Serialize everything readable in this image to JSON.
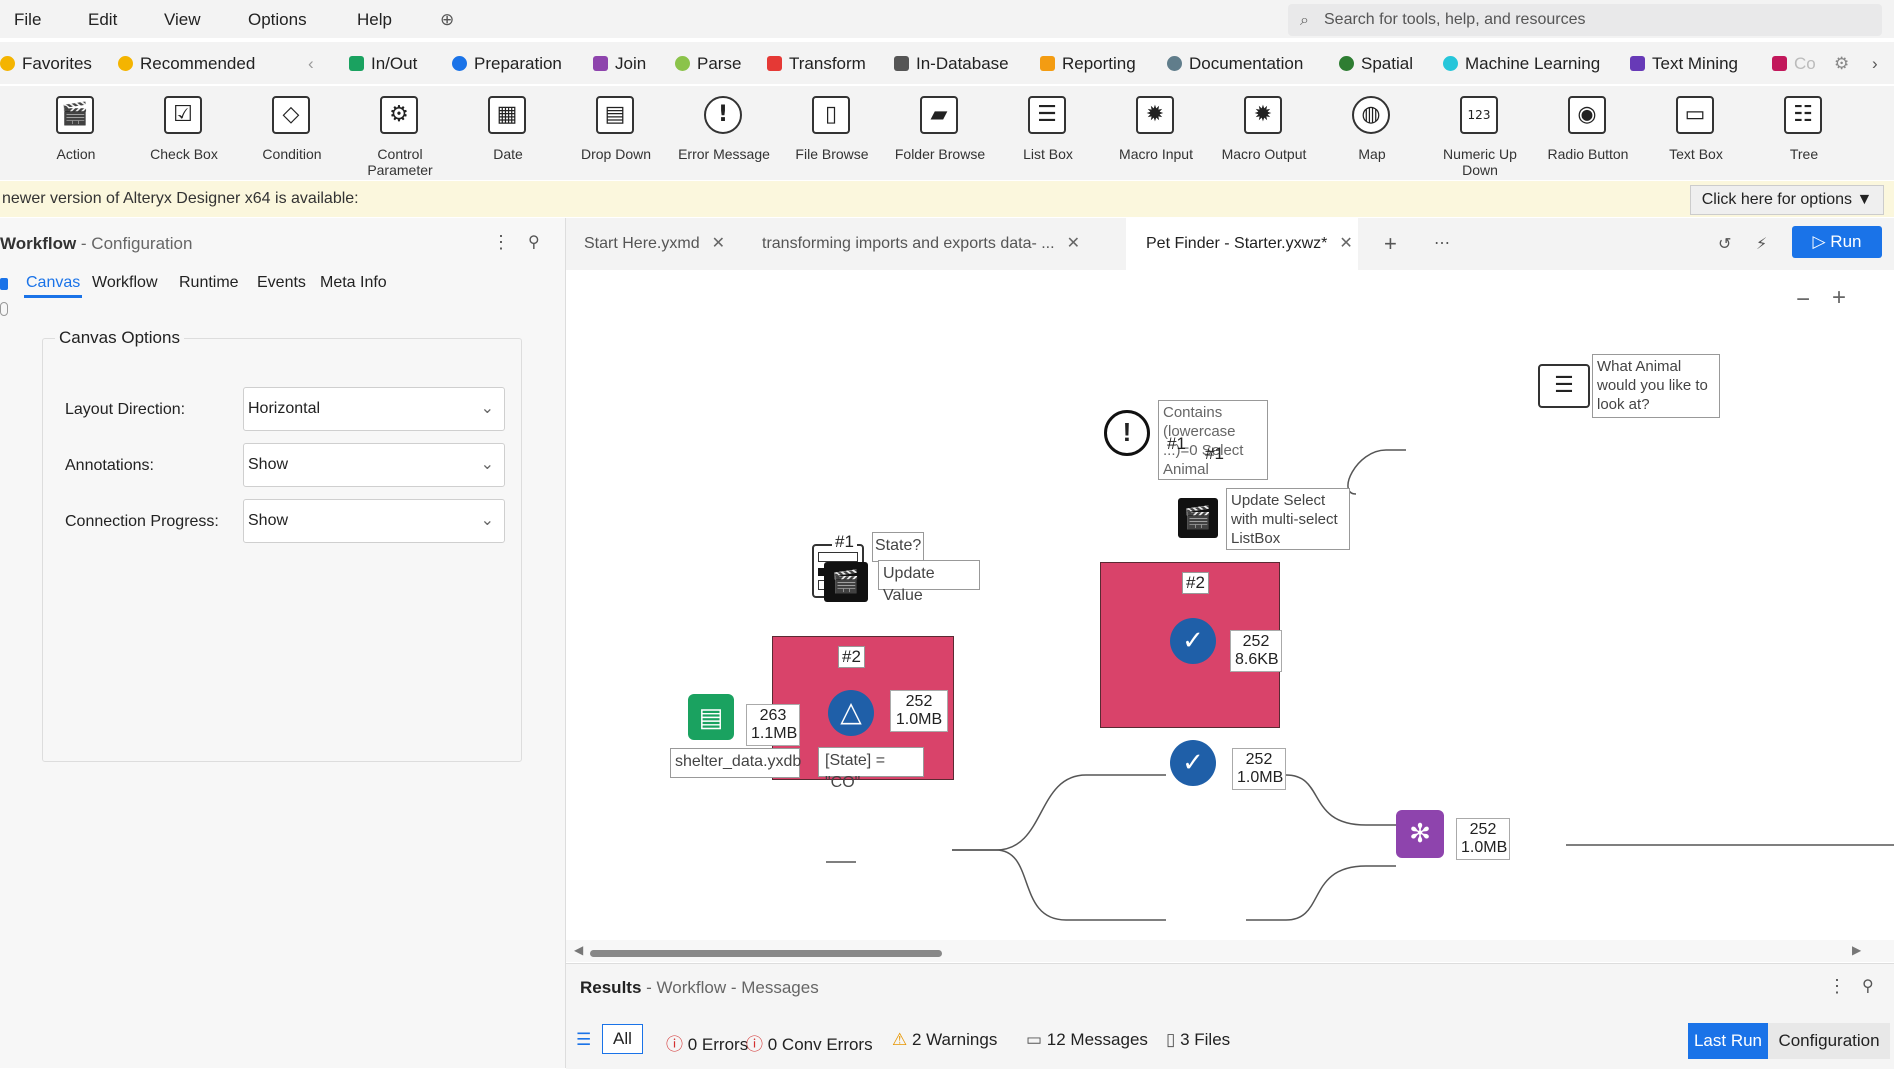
{
  "menu": {
    "items": [
      "File",
      "Edit",
      "View",
      "Options",
      "Help"
    ]
  },
  "search": {
    "placeholder": "Search for tools, help, and resources"
  },
  "categories": [
    {
      "label": "Favorites",
      "color": "#f4b400"
    },
    {
      "label": "Recommended",
      "color": "#f4b400"
    },
    {
      "label": "In/Out",
      "color": "#1aa260"
    },
    {
      "label": "Preparation",
      "color": "#1a73e8"
    },
    {
      "label": "Join",
      "color": "#8e44ad"
    },
    {
      "label": "Parse",
      "color": "#8bc34a"
    },
    {
      "label": "Transform",
      "color": "#e53935"
    },
    {
      "label": "In-Database",
      "color": "#555555"
    },
    {
      "label": "Reporting",
      "color": "#f39c12"
    },
    {
      "label": "Documentation",
      "color": "#607d8b"
    },
    {
      "label": "Spatial",
      "color": "#2e7d32"
    },
    {
      "label": "Machine Learning",
      "color": "#26c6da"
    },
    {
      "label": "Text Mining",
      "color": "#673ab7"
    },
    {
      "label": "Co",
      "color": "#c2185b"
    }
  ],
  "tools": [
    {
      "label": "Action",
      "icon": "clapperboard-icon",
      "glyph": "🎬"
    },
    {
      "label": "Check Box",
      "icon": "checkbox-icon",
      "glyph": "☑"
    },
    {
      "label": "Condition",
      "icon": "condition-icon",
      "glyph": "◇"
    },
    {
      "label": "Control Parameter",
      "icon": "gear-icon",
      "glyph": "⚙"
    },
    {
      "label": "Date",
      "icon": "calendar-icon",
      "glyph": "▦"
    },
    {
      "label": "Drop Down",
      "icon": "dropdown-icon",
      "glyph": "▤"
    },
    {
      "label": "Error Message",
      "icon": "error-icon",
      "glyph": "!"
    },
    {
      "label": "File Browse",
      "icon": "file-icon",
      "glyph": "▯"
    },
    {
      "label": "Folder Browse",
      "icon": "folder-icon",
      "glyph": "▰"
    },
    {
      "label": "List Box",
      "icon": "listbox-icon",
      "glyph": "☰"
    },
    {
      "label": "Macro Input",
      "icon": "macro-input-icon",
      "glyph": "✹"
    },
    {
      "label": "Macro Output",
      "icon": "macro-output-icon",
      "glyph": "✹"
    },
    {
      "label": "Map",
      "icon": "globe-icon",
      "glyph": "◍"
    },
    {
      "label": "Numeric Up Down",
      "icon": "numeric-icon",
      "glyph": "123"
    },
    {
      "label": "Radio Button",
      "icon": "radio-icon",
      "glyph": "◉"
    },
    {
      "label": "Text Box",
      "icon": "textbox-icon",
      "glyph": "▭"
    },
    {
      "label": "Tree",
      "icon": "tree-icon",
      "glyph": "☷"
    }
  ],
  "banner": {
    "text": "newer version of Alteryx Designer x64 is available:",
    "options": "Click here for options ▼"
  },
  "left": {
    "title": "Workflow",
    "subtitle": "- Configuration",
    "tabs": [
      "Canvas",
      "Workflow",
      "Runtime",
      "Events",
      "Meta Info"
    ],
    "group_title": "Canvas Options",
    "fields": [
      {
        "label": "Layout Direction:",
        "value": "Horizontal"
      },
      {
        "label": "Annotations:",
        "value": "Show"
      },
      {
        "label": "Connection Progress:",
        "value": "Show"
      }
    ]
  },
  "doctabs": [
    {
      "label": "Start Here.yxmd"
    },
    {
      "label": "transforming imports and exports data- ..."
    },
    {
      "label": "Pet Finder - Starter.yxwz*"
    }
  ],
  "run_label": "Run",
  "canvas": {
    "input_file": "shelter_data.yxdb",
    "input_count": "263",
    "input_size": "1.1MB",
    "filter_expr": "[State] = \"CO\"",
    "filter_count": "252",
    "filter_size": "1.0MB",
    "state_label": "State?",
    "update_value": "Update Value",
    "hash1": "#1",
    "hash2a": "#2",
    "hash2b": "#2",
    "animal_label": "What Animal would you like to look at?",
    "contains_label": "Contains (lowercase ...)=0 Select Animal",
    "contains_hash1": "#1",
    "contains_hash1b": "#1",
    "update_select": "Update Select with multi-select ListBox",
    "sel1_count": "252",
    "sel1_size": "8.6KB",
    "sel2_count": "252",
    "sel2_size": "1.0MB",
    "union_count": "252",
    "union_size": "1.0MB"
  },
  "results": {
    "title": "Results",
    "subtitle": "- Workflow - Messages",
    "all": "All",
    "errors": "0 Errors",
    "conv_errors": "0 Conv Errors",
    "warnings": "2 Warnings",
    "messages": "12 Messages",
    "files": "3 Files",
    "last_run": "Last Run",
    "configuration": "Configuration"
  }
}
